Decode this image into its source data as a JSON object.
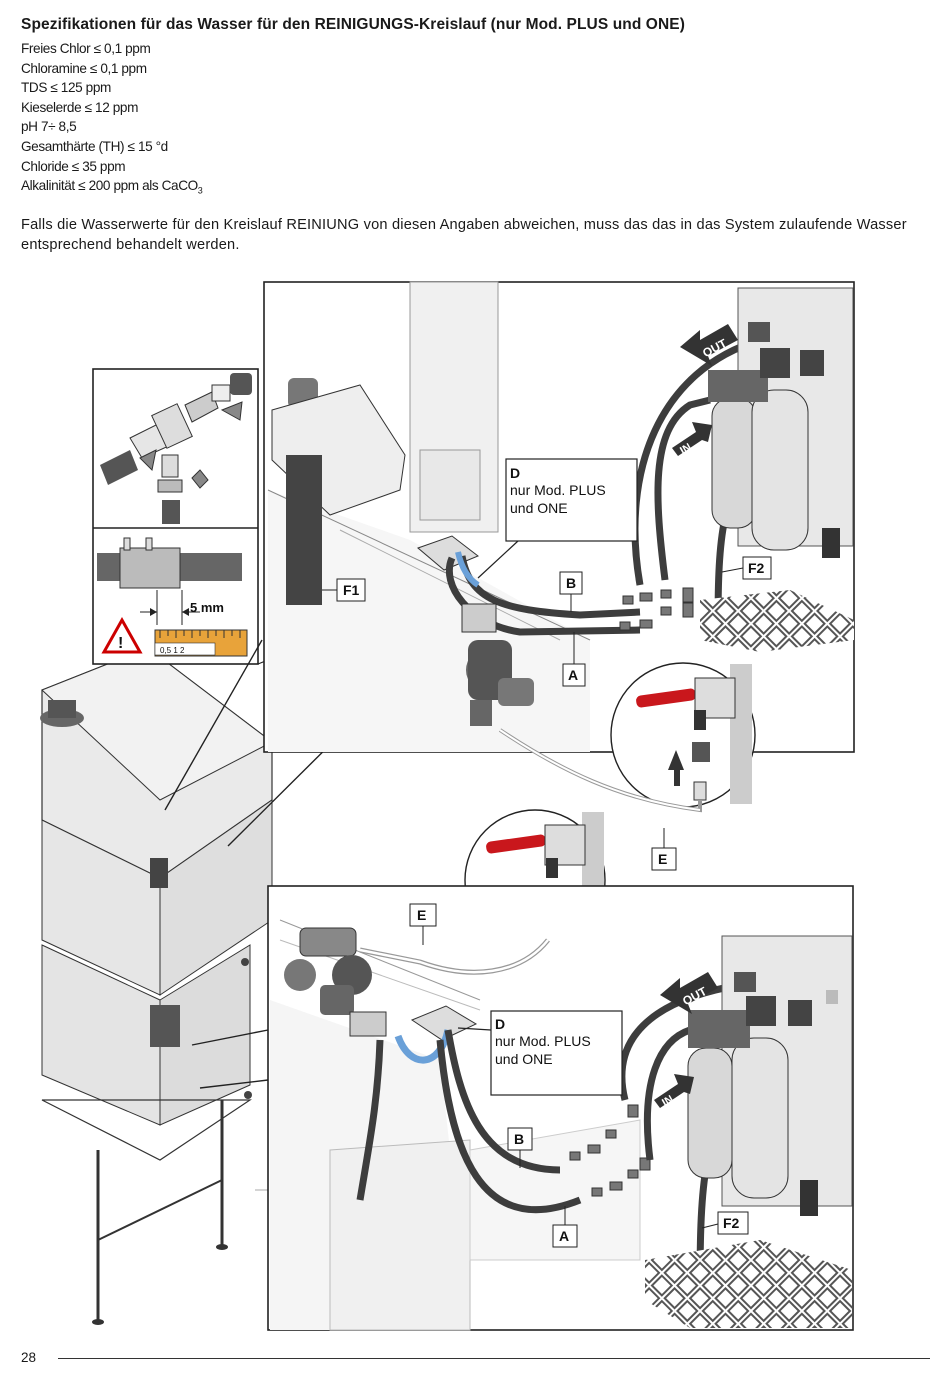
{
  "heading": "Spezifikationen für das Wasser für den REINIGUNGS-Kreislauf (nur Mod. PLUS und ONE)",
  "specs": [
    "Freies Chlor ≤ 0,1 ppm",
    "Chloramine ≤ 0,1 ppm",
    "TDS ≤ 125 ppm",
    "Kieselerde ≤ 12 ppm",
    "pH 7÷ 8,5",
    "Gesamthärte (TH) ≤ 15 °d",
    "Chloride ≤ 35 ppm",
    "Alkalinität ≤ 200 ppm als CaCO"
  ],
  "specs_sub": "3",
  "paragraph": "Falls die Wasserwerte für den Kreislauf REINIUNG von diesen Angaben abweichen, muss das das in das System zulaufende Wasser entsprechend behandelt werden.",
  "figure": {
    "callout_top": {
      "letter": "D",
      "text1": "nur Mod. PLUS",
      "text2": "und ONE"
    },
    "callout_bottom": {
      "letter": "D",
      "text1": "nur Mod. PLUS",
      "text2": "und ONE"
    },
    "labels": {
      "f1": "F1",
      "f2_top": "F2",
      "f2_bottom": "F2",
      "b_top": "B",
      "a_top": "A",
      "b_bottom": "B",
      "a_bottom": "A",
      "e_right": "E",
      "e_left": "E"
    },
    "arrows": {
      "out_top": "OUT",
      "in_top": "IN",
      "out_bottom": "OUT",
      "in_bottom": "IN"
    },
    "measure": "5 mm",
    "ruler_marks": "0,5 1     2"
  },
  "footer": {
    "page_number": "28"
  }
}
